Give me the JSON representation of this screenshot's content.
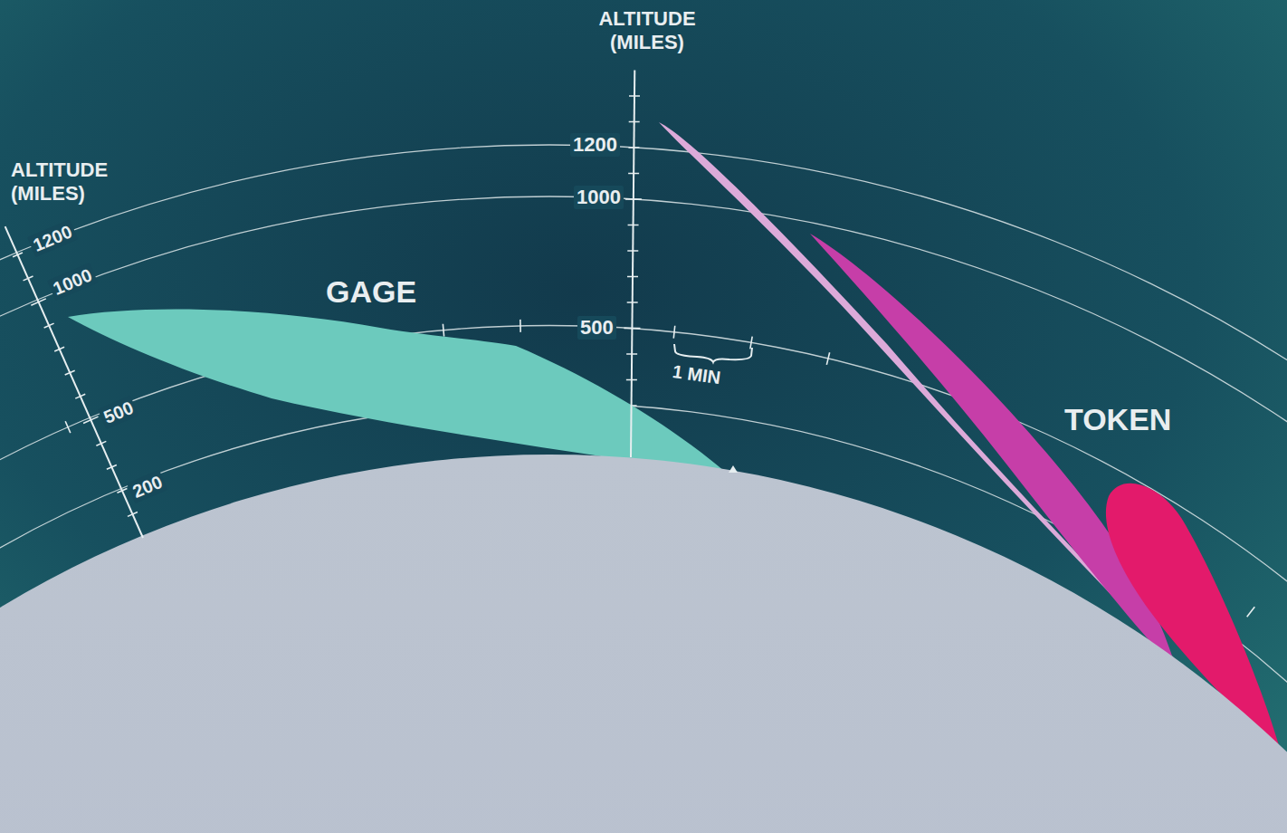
{
  "diagram": {
    "labels": [
      "ALTITUDE (MILES)",
      "1200",
      "1000",
      "500",
      "200",
      "GAGE",
      "ALTITUDE (MILES)",
      "1200",
      "1000",
      "500",
      "1 MIN",
      "TOKEN"
    ]
  }
}
